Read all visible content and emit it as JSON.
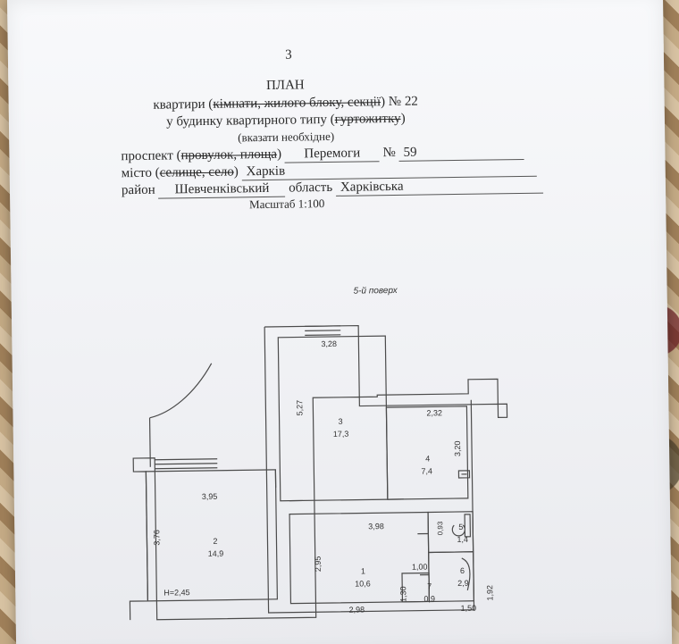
{
  "page_number": "3",
  "title": "ПЛАН",
  "apartment": {
    "prefix": "квартири (",
    "struck": "кімнати, жилого блоку, секції",
    "suffix": ")",
    "number_label": "№",
    "number": "22"
  },
  "building": {
    "prefix": "у будинку квартирного типу (",
    "struck": "гуртожитку",
    "suffix": ")"
  },
  "note": "(вказати необхідне)",
  "street": {
    "prefix": "проспект (",
    "struck": "провулок, площа",
    "suffix": ")",
    "name": "Перемоги",
    "number_label": "№",
    "number": "59"
  },
  "city": {
    "prefix": "місто (",
    "struck": "селище, село",
    "suffix": ")",
    "name": "Харків"
  },
  "district": {
    "label": "район",
    "name": "Шевченківський",
    "region_label": "область",
    "region": "Харківська"
  },
  "scale": "Масштаб 1:100",
  "plan": {
    "floor": "5-й поверх",
    "ceiling_height": "Н=2,45",
    "rooms": [
      {
        "number": "1",
        "area": "10,6"
      },
      {
        "number": "2",
        "area": "14,9"
      },
      {
        "number": "3",
        "area": "17,3"
      },
      {
        "number": "4",
        "area": "7,4"
      },
      {
        "number": "5",
        "area": "1,4"
      },
      {
        "number": "6",
        "area": "2,9"
      },
      {
        "number": "7",
        "area": "0,9"
      }
    ],
    "dimensions": {
      "room3_width": "3,28",
      "room3_length": "5,27",
      "room4_width": "2,32",
      "room4_length": "3,20",
      "room2_width": "3,95",
      "room2_length": "3,76",
      "room1_width": "3,98",
      "room1_length": "2,95",
      "room1_bottom": "2,98",
      "room7_width": "1,00",
      "room7_length": "1,30",
      "room5_length": "0,93",
      "room6_width": "1,50",
      "room6_length": "1,92"
    }
  }
}
